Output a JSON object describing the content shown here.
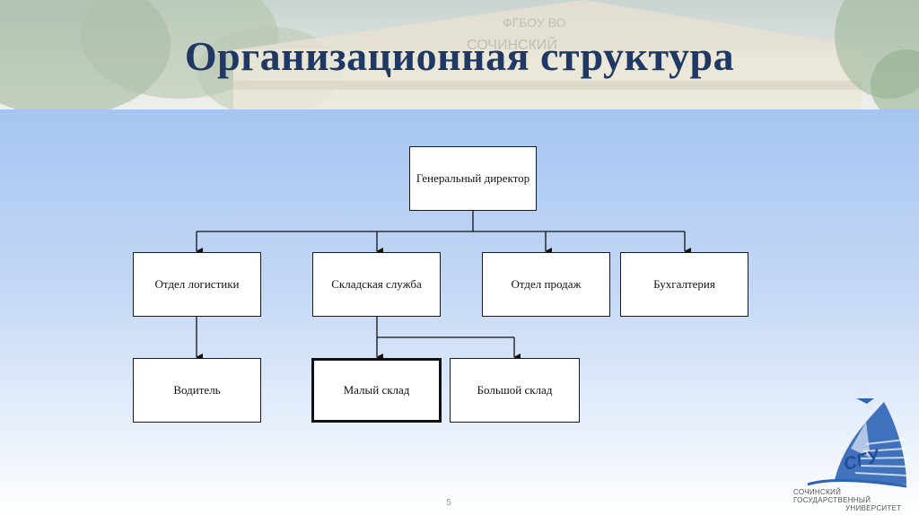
{
  "slide": {
    "title": "Организационная структура",
    "page_number": "5"
  },
  "diagram": {
    "root": {
      "label": "Генеральный директор"
    },
    "departments": [
      {
        "label": "Отдел логистики"
      },
      {
        "label": "Складская служба"
      },
      {
        "label": "Отдел продаж"
      },
      {
        "label": "Бухгалтерия"
      }
    ],
    "sub_units": [
      {
        "label": "Водитель",
        "parent": "Отдел логистики"
      },
      {
        "label": "Малый склад",
        "parent": "Складская служба",
        "highlighted": true
      },
      {
        "label": "Большой склад",
        "parent": "Складская служба"
      }
    ]
  },
  "logo": {
    "mark": "СГУ",
    "caption_line1": "Сочинский",
    "caption_line2": "государственный",
    "caption_line3": "университет"
  },
  "colors": {
    "title": "#1f3864",
    "panel_top": "#a6c5f2",
    "logo_blue": "#2e63b5"
  }
}
